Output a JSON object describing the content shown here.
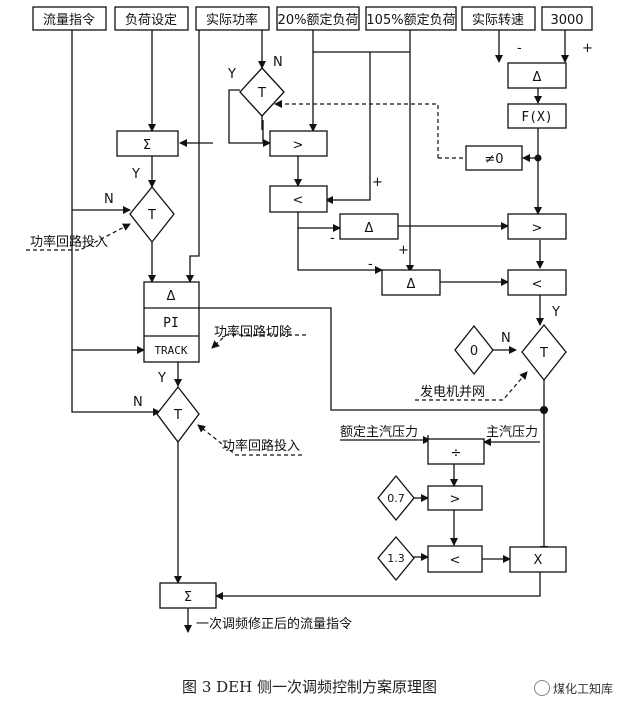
{
  "inputs": {
    "flow_command": "流量指令",
    "load_setting": "负荷设定",
    "actual_power": "实际功率",
    "pct20_rated": "20%额定负荷",
    "pct105_rated": "105%额定负荷",
    "actual_speed": "实际转速",
    "speed_3000": "3000"
  },
  "blocks": {
    "delta": "Δ",
    "fx": "F(X)",
    "neq0": "≠0",
    "sigma": "Σ",
    "gt": ">",
    "lt": "<",
    "T": "T",
    "pi": "PI",
    "track": "TRACK",
    "div": "÷",
    "mult": "X",
    "zero": "0",
    "c07": "0.7",
    "c13": "1.3"
  },
  "labels": {
    "Y": "Y",
    "N": "N",
    "plus": "+",
    "minus": "-",
    "power_loop_on": "功率回路投入",
    "power_loop_off": "功率回路切除",
    "generator_sync": "发电机并网",
    "rated_main_steam": "额定主汽压力",
    "main_steam": "主汽压力",
    "output": "一次调频修正后的流量指令"
  },
  "caption": "图 3   DEH 侧一次调频控制方案原理图",
  "watermark": "煤化工知库"
}
